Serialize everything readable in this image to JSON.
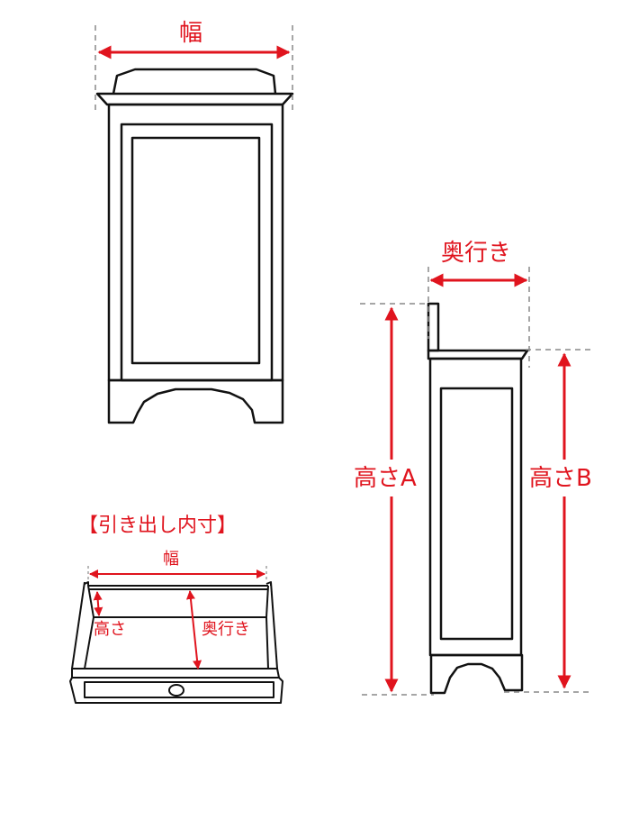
{
  "colors": {
    "accent": "#e0141e",
    "line": "#111111",
    "guide": "#888888",
    "background": "#ffffff"
  },
  "front_view": {
    "width_label": "幅"
  },
  "side_view": {
    "depth_label": "奥行き",
    "height_a_label": "高さA",
    "height_b_label": "高さB"
  },
  "drawer": {
    "title": "【引き出し内寸】",
    "width_label": "幅",
    "height_label": "高さ",
    "depth_label": "奥行き"
  }
}
